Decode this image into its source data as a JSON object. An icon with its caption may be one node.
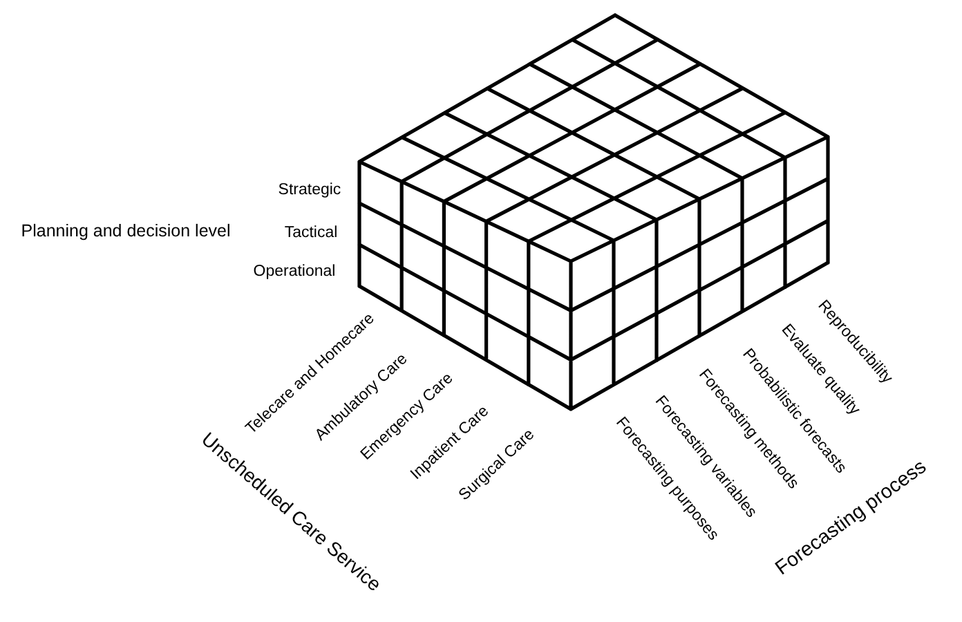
{
  "diagram": {
    "labels": [
      "Strategic",
      "Planning and decision level",
      "Tactical",
      "Operational",
      "Telecare and Homecare",
      "Ambulatory Care",
      "Emergency Care",
      "Inpatient Care",
      "Surgical Care",
      "Unscheduled Care Service",
      "Forecasting purposes",
      "Forecasting variables",
      "Forecasting methods",
      "Probabilistic forecasts",
      "Evaluate quality",
      "Reproducibility",
      "Forecasting process"
    ]
  }
}
